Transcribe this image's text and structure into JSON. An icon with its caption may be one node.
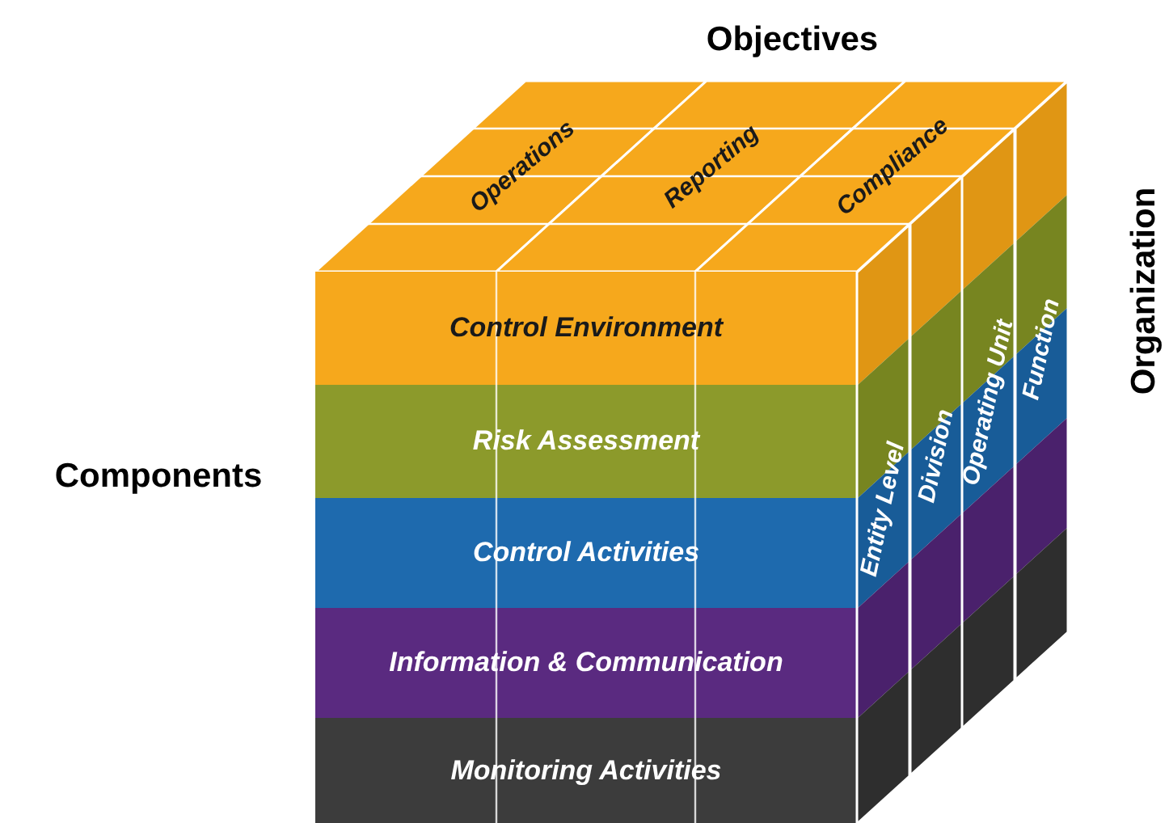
{
  "diagram": {
    "nodes": [
      {
        "text": [
          "Operations"
        ]
      },
      {
        "text": [
          "Reporting"
        ]
      },
      {
        "text": [
          "Compliance"
        ]
      },
      {
        "text": [
          "Control Environment"
        ]
      },
      {
        "text": [
          "Risk Assessment"
        ]
      },
      {
        "text": [
          "Control Activities"
        ]
      },
      {
        "text": [
          "Information & Communication"
        ]
      },
      {
        "text": [
          "Monitoring Activities"
        ]
      },
      {
        "text": [
          "Entity Level"
        ]
      },
      {
        "text": [
          "Division"
        ]
      },
      {
        "text": [
          "Operating Unit"
        ]
      },
      {
        "text": [
          "Function"
        ]
      }
    ],
    "labels": [
      "Objectives",
      "Organization",
      "Components"
    ]
  }
}
